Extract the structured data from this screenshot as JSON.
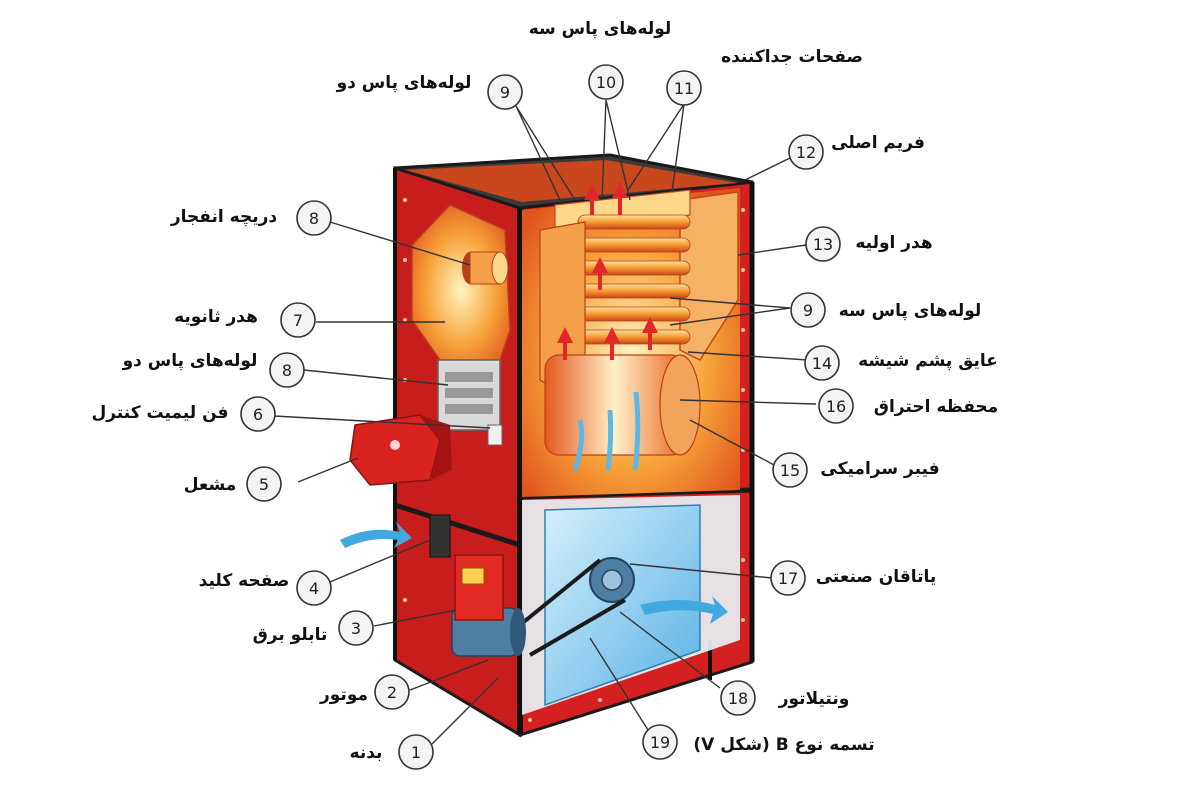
{
  "figure": {
    "callouts": [
      {
        "id": "c10",
        "number": "10",
        "label": "لوله‌های پاس سه"
      },
      {
        "id": "c9top",
        "number": "9",
        "label": "لوله‌های پاس دو"
      },
      {
        "id": "c11",
        "number": "11",
        "label": "صفحات جداکننده"
      },
      {
        "id": "c12",
        "number": "12",
        "label": "فریم اصلی"
      },
      {
        "id": "c13",
        "number": "13",
        "label": "هدر اولیه"
      },
      {
        "id": "c9right",
        "number": "9",
        "label": "لوله‌های پاس سه"
      },
      {
        "id": "c14",
        "number": "14",
        "label": "عایق پشم شیشه"
      },
      {
        "id": "c16",
        "number": "16",
        "label": "محفظه احتراق"
      },
      {
        "id": "c15",
        "number": "15",
        "label": "فیبر سرامیکی"
      },
      {
        "id": "c17",
        "number": "17",
        "label": "یاتاقان صنعتی"
      },
      {
        "id": "c18",
        "number": "18",
        "label": "ونتیلاتور"
      },
      {
        "id": "c19",
        "number": "19",
        "label": "تسمه نوع B (شکل V)"
      },
      {
        "id": "c8top",
        "number": "8",
        "label": "دریچه انفجار"
      },
      {
        "id": "c7",
        "number": "7",
        "label": "هدر ثانویه"
      },
      {
        "id": "c8mid",
        "number": "8",
        "label": "لوله‌های پاس دو"
      },
      {
        "id": "c6",
        "number": "6",
        "label": "فن لیمیت کنترل"
      },
      {
        "id": "c5",
        "number": "5",
        "label": "مشعل"
      },
      {
        "id": "c4",
        "number": "4",
        "label": "صفحه کلید"
      },
      {
        "id": "c3",
        "number": "3",
        "label": "تابلو برق"
      },
      {
        "id": "c2",
        "number": "2",
        "label": "موتور"
      },
      {
        "id": "c1",
        "number": "1",
        "label": "بدنه"
      }
    ]
  },
  "colors": {
    "casing_red": "#d42020",
    "casing_dark_red": "#a51414",
    "frame_black": "#1a1a1a",
    "flame_orange": "#f7931e",
    "hot_yellow": "#ffe08a",
    "fan_blue": "#7cc8ee",
    "air_blue": "#3fa9e0"
  }
}
